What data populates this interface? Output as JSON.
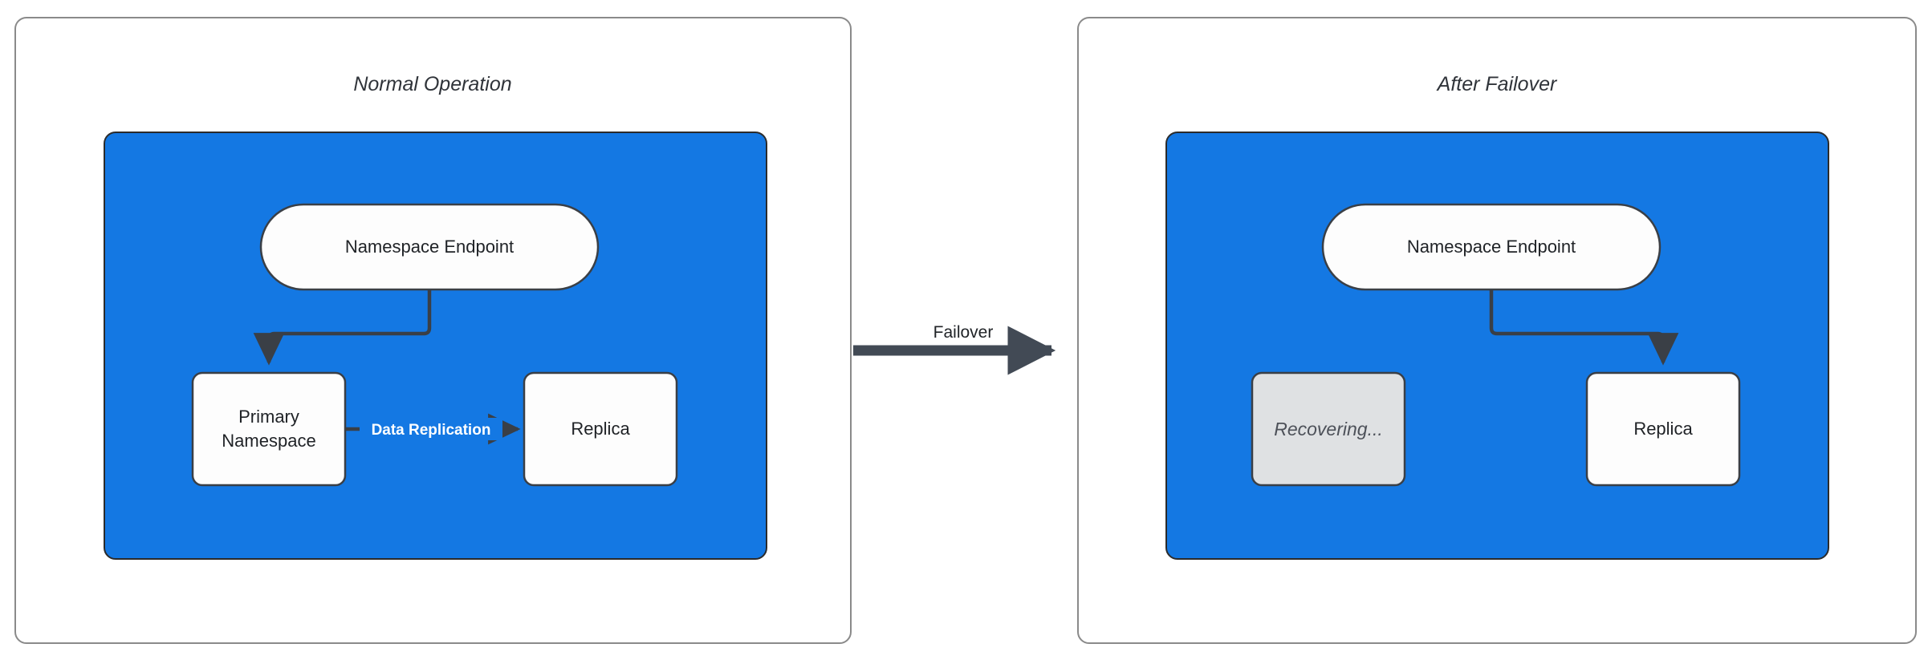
{
  "diagram": {
    "title_left": "Normal Operation",
    "title_right": "After Failover",
    "transition_label": "Failover",
    "colors": {
      "cluster_blue": "#1478e3",
      "node_white": "#fdfdfd",
      "node_muted_gray": "#dfe1e3",
      "edge_dark": "#3a3f46",
      "panel_border": "#8a8a8a",
      "label_white": "#ffffff"
    },
    "panels": [
      {
        "id": "normal-operation",
        "title": "Normal Operation",
        "nodes": [
          {
            "id": "endpoint-left",
            "label": "Namespace Endpoint",
            "shape": "capsule",
            "style": "white"
          },
          {
            "id": "primary-namespace",
            "label": "Primary\nNamespace",
            "line1": "Primary",
            "line2": "Namespace",
            "shape": "rounded-rect",
            "style": "white"
          },
          {
            "id": "replica-left",
            "label": "Replica",
            "shape": "rounded-rect",
            "style": "white"
          }
        ],
        "edges": [
          {
            "from": "endpoint-left",
            "to": "primary-namespace",
            "label": "",
            "style": "elbow-arrow"
          },
          {
            "from": "primary-namespace",
            "to": "replica-left",
            "label": "Data Replication",
            "style": "straight-arrow"
          }
        ]
      },
      {
        "id": "after-failover",
        "title": "After Failover",
        "nodes": [
          {
            "id": "endpoint-right",
            "label": "Namespace Endpoint",
            "shape": "capsule",
            "style": "white"
          },
          {
            "id": "recovering",
            "label": "Recovering...",
            "shape": "rounded-rect",
            "style": "muted"
          },
          {
            "id": "replica-right",
            "label": "Replica",
            "shape": "rounded-rect",
            "style": "white"
          }
        ],
        "edges": [
          {
            "from": "endpoint-right",
            "to": "replica-right",
            "label": "",
            "style": "elbow-arrow"
          }
        ]
      }
    ],
    "transition": {
      "from_panel": "normal-operation",
      "to_panel": "after-failover",
      "label": "Failover"
    }
  }
}
